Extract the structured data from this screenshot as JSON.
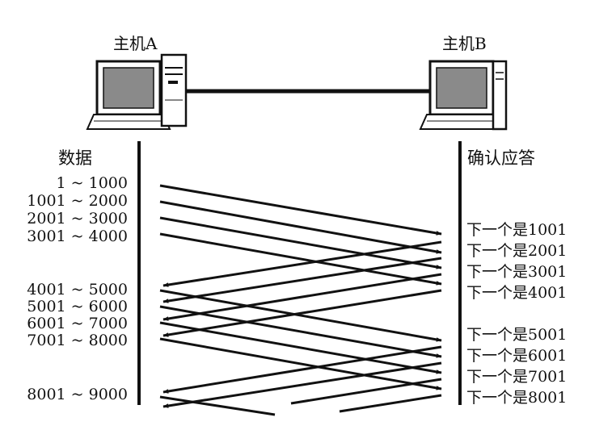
{
  "hosts": {
    "a": {
      "label": "主机A"
    },
    "b": {
      "label": "主机B"
    }
  },
  "columns": {
    "data_title": "数据",
    "ack_title": "确认应答"
  },
  "segments": [
    "1 ~ 1000",
    "1001 ~ 2000",
    "2001 ~ 3000",
    "3001 ~ 4000",
    "4001 ~ 5000",
    "5001 ~ 6000",
    "6001 ~ 7000",
    "7001 ~ 8000",
    "8001 ~ 9000"
  ],
  "acks": [
    "下一个是1001",
    "下一个是2001",
    "下一个是3001",
    "下一个是4001",
    "下一个是5001",
    "下一个是6001",
    "下一个是7001",
    "下一个是8001"
  ],
  "colors": {
    "ink": "#111111",
    "screen": "#8a8a8a"
  }
}
